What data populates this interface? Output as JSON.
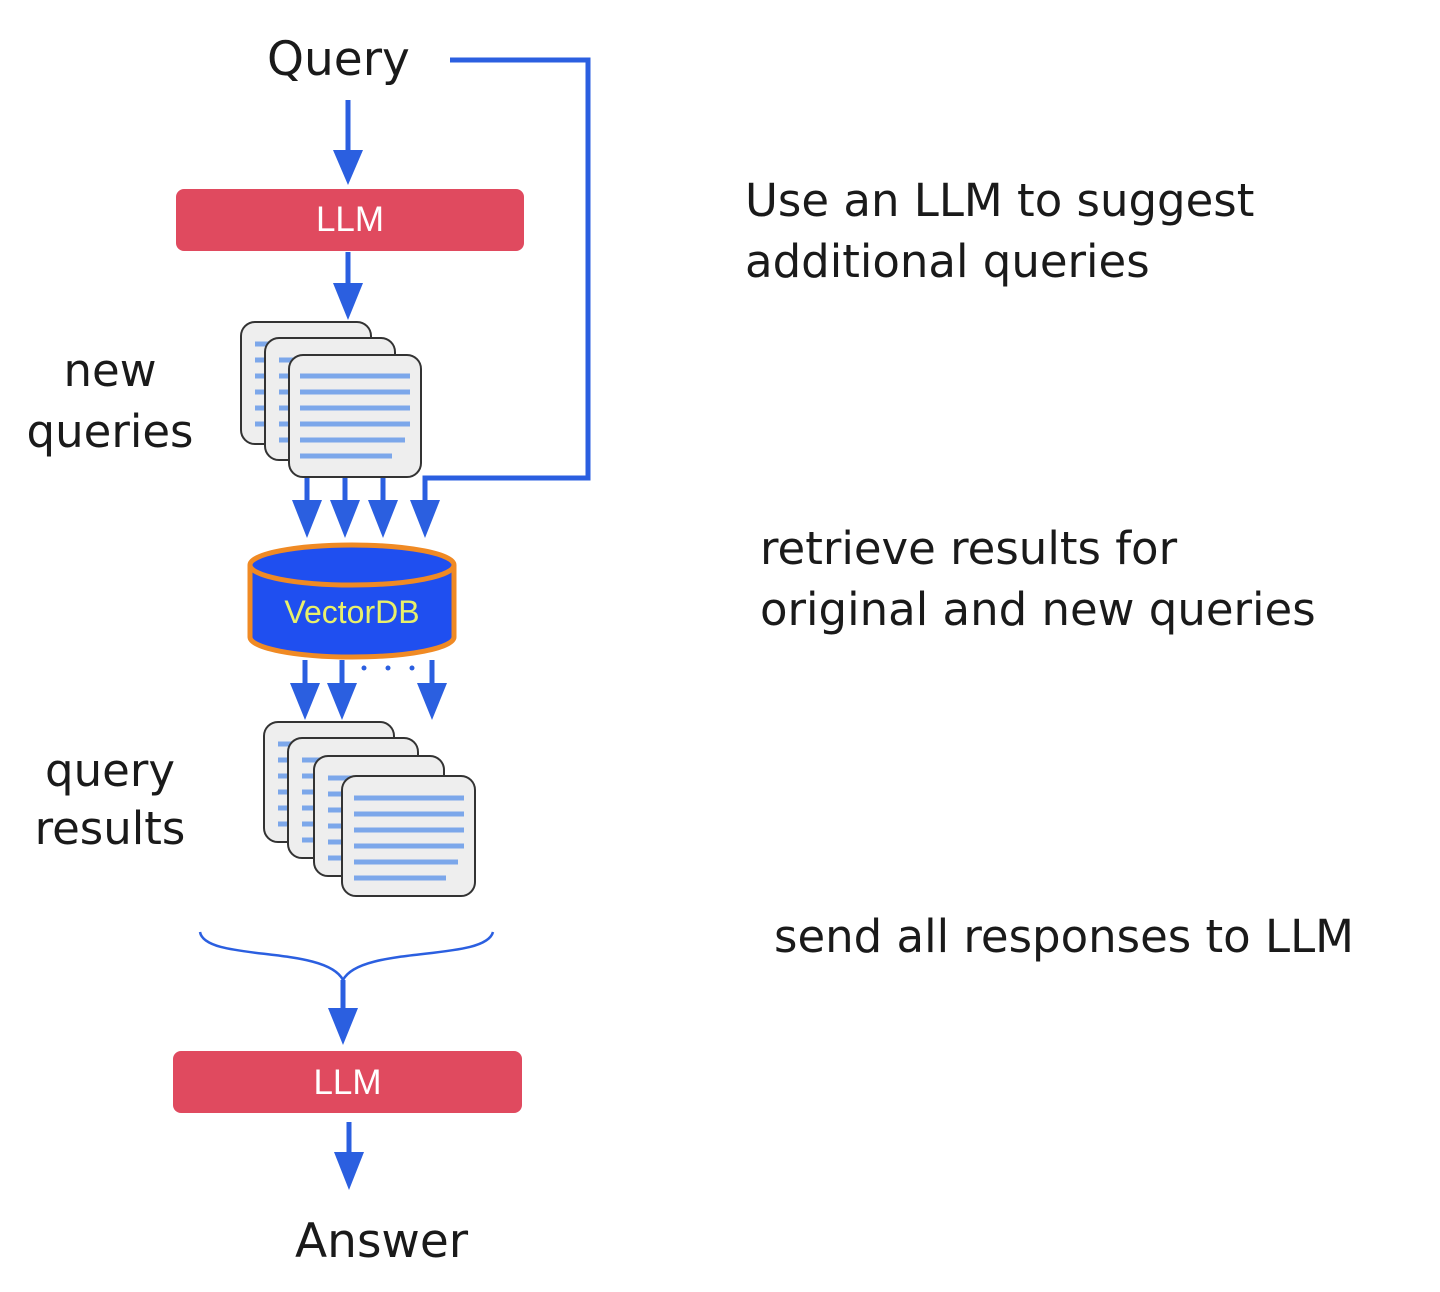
{
  "nodes": {
    "query": "Query",
    "llm_top": "LLM",
    "new_queries": [
      "new",
      "queries"
    ],
    "vectordb": "VectorDB",
    "query_results": [
      "query",
      "results"
    ],
    "llm_bottom": "LLM",
    "answer": "Answer"
  },
  "steps": {
    "suggest": [
      "Use an LLM to suggest",
      "additional queries"
    ],
    "retrieve": [
      "retrieve results for",
      "original and new queries"
    ],
    "send": "send all responses to LLM"
  },
  "colors": {
    "arrow": "#2b5fe0",
    "llm_box": "#e04a5f",
    "db_fill": "#1f4ff0",
    "db_outline": "#f08a24",
    "db_text": "#e8f06a",
    "doc_fill": "#eeeeee",
    "doc_line": "#7ca7ea"
  }
}
